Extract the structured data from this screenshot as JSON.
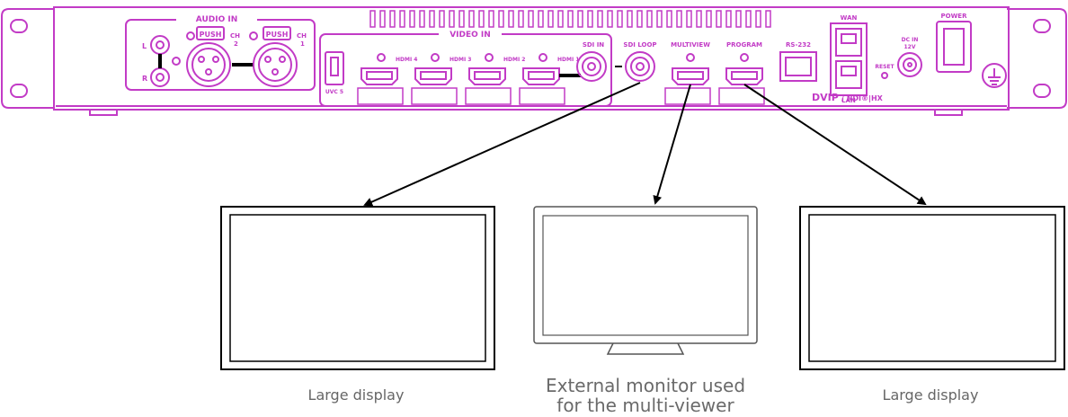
{
  "device": {
    "audio_in_title": "AUDIO IN",
    "audio_l": "L",
    "audio_r": "R",
    "push_label": "PUSH",
    "ch_label": "CH",
    "ch2": "2",
    "ch1": "1",
    "video_in_title": "VIDEO IN",
    "uvc_label": "UVC 5",
    "hdmi4": "HDMI 4",
    "hdmi3": "HDMI 3",
    "hdmi2": "HDMI 2",
    "hdmi1": "HDMI 1",
    "sdi_in": "SDI IN",
    "sdi_loop": "SDI LOOP",
    "multiview": "MULTIVIEW",
    "program": "PROGRAM",
    "rs232": "RS-232",
    "wan": "WAN",
    "lan": "LAN",
    "reset": "RESET",
    "dc_in": "DC IN",
    "dc_volt": "12V",
    "power": "POWER",
    "brand_main": "DVIP",
    "brand_sub": "/ NDI®|HX",
    "accent_color": "#c23bc6"
  },
  "displays": {
    "left_caption": "Large display",
    "center_caption_line1": "External monitor used",
    "center_caption_line2": "for the multi-viewer",
    "right_caption": "Large display"
  }
}
